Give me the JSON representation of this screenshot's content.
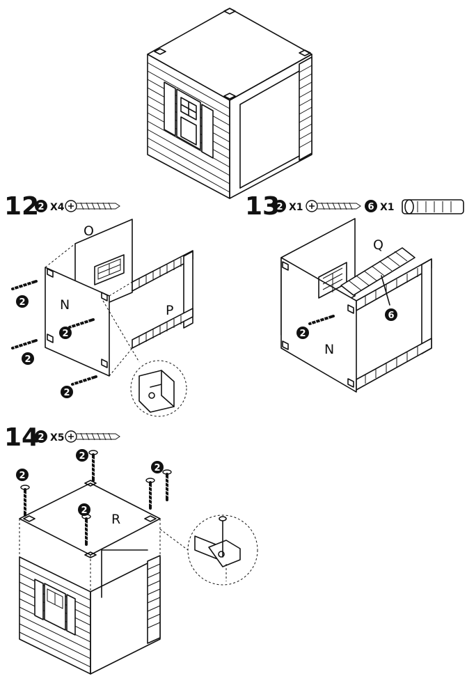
{
  "steps": [
    {
      "number": "12",
      "parts": [
        {
          "badge": "2",
          "count": "X4"
        }
      ]
    },
    {
      "number": "13",
      "parts": [
        {
          "badge": "2",
          "count": "X1"
        },
        {
          "badge": "6",
          "count": "X1"
        }
      ]
    },
    {
      "number": "14",
      "parts": [
        {
          "badge": "2",
          "count": "X5"
        }
      ]
    }
  ],
  "labels": {
    "step12": {
      "panel_o": "O",
      "panel_n": "N",
      "panel_p": "P"
    },
    "step13": {
      "panel_q": "Q",
      "panel_n": "N"
    },
    "step14": {
      "panel_r": "R"
    }
  },
  "badges": {
    "screw": "2",
    "dowel": "6"
  }
}
